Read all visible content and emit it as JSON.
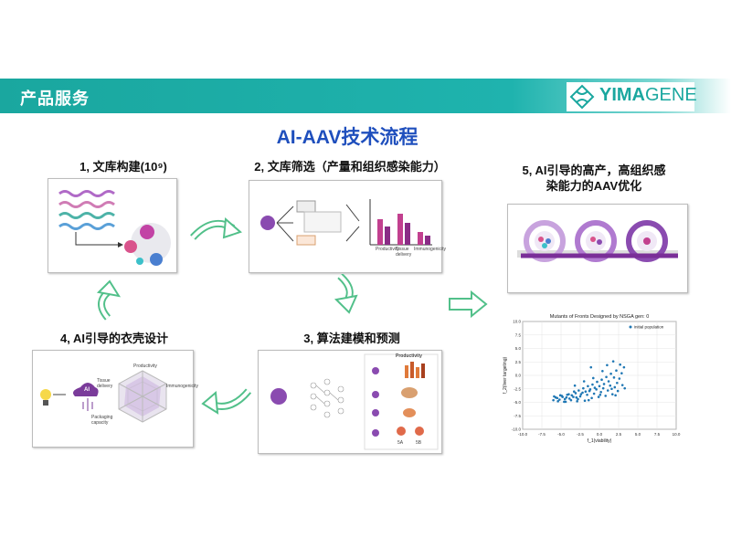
{
  "header": {
    "banner_title": "产品服务",
    "logo_brand_a": "YIMA",
    "logo_brand_b": "GENE"
  },
  "main_title": "AI-AAV技术流程",
  "steps": {
    "s1": "1, 文库构建(10⁹)",
    "s2": "2, 文库筛选（产量和组织感染能力）",
    "s3": "3, 算法建模和预测",
    "s4": "4, AI引导的衣壳设计",
    "s5_line1": "5, AI引导的高产，高组织感",
    "s5_line2": "染能力的AAV优化"
  },
  "panel2": {
    "bar_labels": [
      "Productivity",
      "Tissue delivery",
      "Immunogenicity"
    ]
  },
  "panel3": {
    "chart_title": "Productivity",
    "legend": [
      "5A",
      "5B"
    ]
  },
  "panel4": {
    "axes": [
      "Productivity",
      "Immunogenicity",
      "Packaging capacity",
      "Tissue delivery"
    ],
    "ai_label": "AI"
  },
  "scatter": {
    "chart_data": {
      "type": "scatter",
      "title": "Mutants of Fronts Designed by NSGA gen: 0",
      "xlabel": "f_1(viability)",
      "ylabel": "f_2(liver targeting)",
      "xlim": [
        -10.0,
        10.0
      ],
      "ylim": [
        -10.0,
        10.0
      ],
      "x_ticks": [
        "-10.0",
        "-7.5",
        "-5.0",
        "-2.5",
        "0.0",
        "2.5",
        "5.0",
        "7.5",
        "10.0"
      ],
      "y_ticks": [
        "10.0",
        "7.5",
        "5.0",
        "2.5",
        "0.0",
        "-2.5",
        "-5.0",
        "-7.5",
        "-10.0"
      ],
      "legend": "top-right",
      "series": [
        {
          "name": "initial population",
          "color": "#1f77b4",
          "points": [
            [
              -5.5,
              -4.2
            ],
            [
              -5.2,
              -4.5
            ],
            [
              -4.9,
              -3.8
            ],
            [
              -4.6,
              -4.9
            ],
            [
              -4.3,
              -4.1
            ],
            [
              -4.0,
              -3.5
            ],
            [
              -3.7,
              -4.6
            ],
            [
              -3.4,
              -4.0
            ],
            [
              -3.1,
              -3.3
            ],
            [
              -2.8,
              -4.4
            ],
            [
              -2.5,
              -3.9
            ],
            [
              -2.2,
              -3.2
            ],
            [
              -1.9,
              -4.7
            ],
            [
              -1.6,
              -3.6
            ],
            [
              -1.3,
              -2.9
            ],
            [
              -1.0,
              -4.2
            ],
            [
              -0.7,
              -3.4
            ],
            [
              -0.4,
              -2.6
            ],
            [
              -0.1,
              -4.0
            ],
            [
              0.2,
              -3.1
            ],
            [
              0.5,
              -2.4
            ],
            [
              0.8,
              -3.8
            ],
            [
              1.1,
              -2.8
            ],
            [
              1.4,
              -1.9
            ],
            [
              1.7,
              -3.5
            ],
            [
              2.0,
              -2.2
            ],
            [
              2.3,
              -1.4
            ],
            [
              2.6,
              -0.6
            ],
            [
              2.9,
              0.4
            ],
            [
              3.2,
              1.5
            ],
            [
              3.0,
              -1.8
            ],
            [
              2.7,
              2.0
            ],
            [
              2.2,
              0.9
            ],
            [
              1.9,
              -0.4
            ],
            [
              1.5,
              0.3
            ],
            [
              1.2,
              -1.1
            ],
            [
              0.9,
              -0.3
            ],
            [
              0.6,
              -1.6
            ],
            [
              0.3,
              -0.8
            ],
            [
              0.0,
              -2.0
            ],
            [
              -0.3,
              -1.2
            ],
            [
              -0.6,
              -2.3
            ],
            [
              -0.9,
              -1.7
            ],
            [
              -1.2,
              -2.6
            ],
            [
              -1.5,
              -2.0
            ],
            [
              -1.8,
              -3.0
            ],
            [
              -2.1,
              -2.4
            ],
            [
              -2.4,
              -3.5
            ],
            [
              -2.7,
              -2.8
            ],
            [
              -3.0,
              -4.1
            ],
            [
              -3.3,
              -3.0
            ],
            [
              -3.6,
              -3.7
            ],
            [
              -3.9,
              -4.3
            ],
            [
              -4.2,
              -3.6
            ],
            [
              -4.5,
              -4.4
            ],
            [
              -4.8,
              -4.0
            ],
            [
              -5.1,
              -3.7
            ],
            [
              -5.4,
              -4.8
            ],
            [
              -5.7,
              -4.1
            ],
            [
              -6.0,
              -4.6
            ],
            [
              -5.9,
              -3.9
            ],
            [
              -3.2,
              -1.9
            ],
            [
              -1.1,
              1.5
            ],
            [
              0.4,
              0.8
            ],
            [
              1.0,
              1.9
            ],
            [
              1.8,
              2.6
            ],
            [
              2.4,
              -2.9
            ],
            [
              1.6,
              -2.5
            ],
            [
              -0.8,
              -0.5
            ],
            [
              -2.0,
              -1.1
            ],
            [
              3.3,
              -2.4
            ],
            [
              0.1,
              -3.6
            ],
            [
              -1.4,
              -4.6
            ],
            [
              -2.9,
              -4.8
            ],
            [
              -4.4,
              -4.9
            ],
            [
              2.1,
              -3.7
            ]
          ]
        }
      ]
    }
  }
}
